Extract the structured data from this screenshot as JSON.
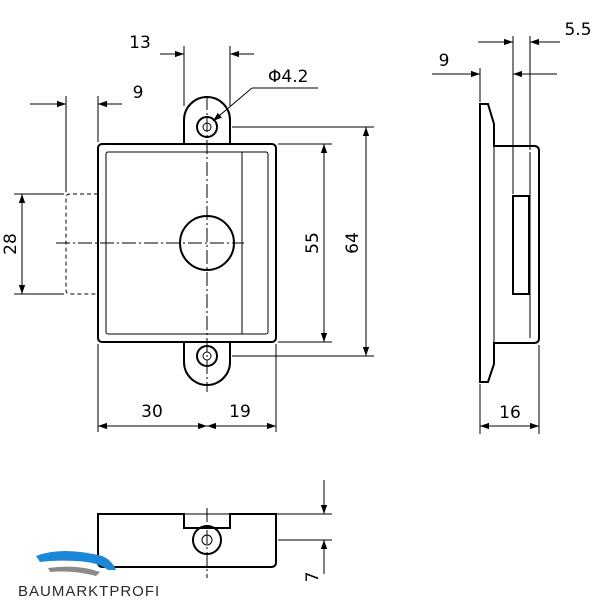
{
  "dimensions": {
    "top_width": "13",
    "hole_diameter": "Φ4.2",
    "left_offset": "9",
    "slot_height": "28",
    "inner_height": "55",
    "total_height": "64",
    "left_width": "30",
    "right_width": "19",
    "side_top_offset": "9",
    "side_top_width": "5.5",
    "side_depth": "16",
    "bottom_height": "7"
  },
  "brand": {
    "name": "BAUMARKTPROFI",
    "primary_color": "#1e88d8",
    "secondary_color": "#8a8a8a"
  },
  "colors": {
    "line": "#000000",
    "background": "#ffffff"
  }
}
